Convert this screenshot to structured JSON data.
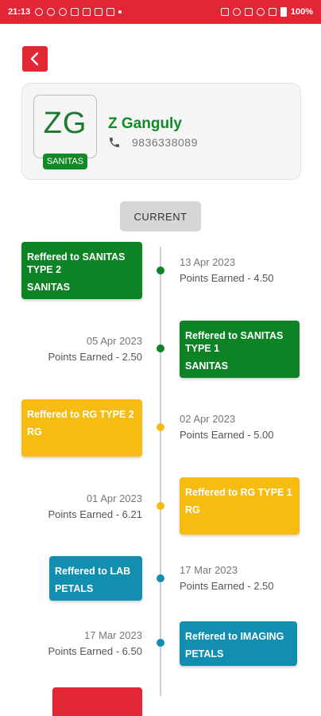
{
  "status_bar": {
    "time": "21:13",
    "battery": "100%"
  },
  "profile": {
    "initials": "ZG",
    "badge": "SANITAS",
    "name": "Z Ganguly",
    "phone": "9836338089"
  },
  "filter": {
    "current_label": "CURRENT"
  },
  "timeline": [
    {
      "title": "Reffered to SANITAS TYPE 2",
      "sub": "SANITAS",
      "date": "13 Apr 2023",
      "points": "Points Earned - 4.50"
    },
    {
      "title": "Reffered to SANITAS TYPE 1",
      "sub": "SANITAS",
      "date": "05 Apr 2023",
      "points": "Points Earned - 2.50"
    },
    {
      "title": "Reffered to RG TYPE 2",
      "sub": "RG",
      "date": "02 Apr 2023",
      "points": "Points Earned - 5.00"
    },
    {
      "title": "Reffered to RG TYPE 1",
      "sub": "RG",
      "date": "01 Apr 2023",
      "points": "Points Earned - 6.21"
    },
    {
      "title": "Reffered to LAB",
      "sub": "PETALS",
      "date": "17 Mar 2023",
      "points": "Points Earned - 2.50"
    },
    {
      "title": "Reffered to IMAGING",
      "sub": "PETALS",
      "date": "17 Mar 2023",
      "points": "Points Earned - 6.50"
    }
  ],
  "colors": {
    "accent_red": "#e32636",
    "green": "#0e8325",
    "yellow": "#f7bc12",
    "blue": "#128fb0"
  }
}
